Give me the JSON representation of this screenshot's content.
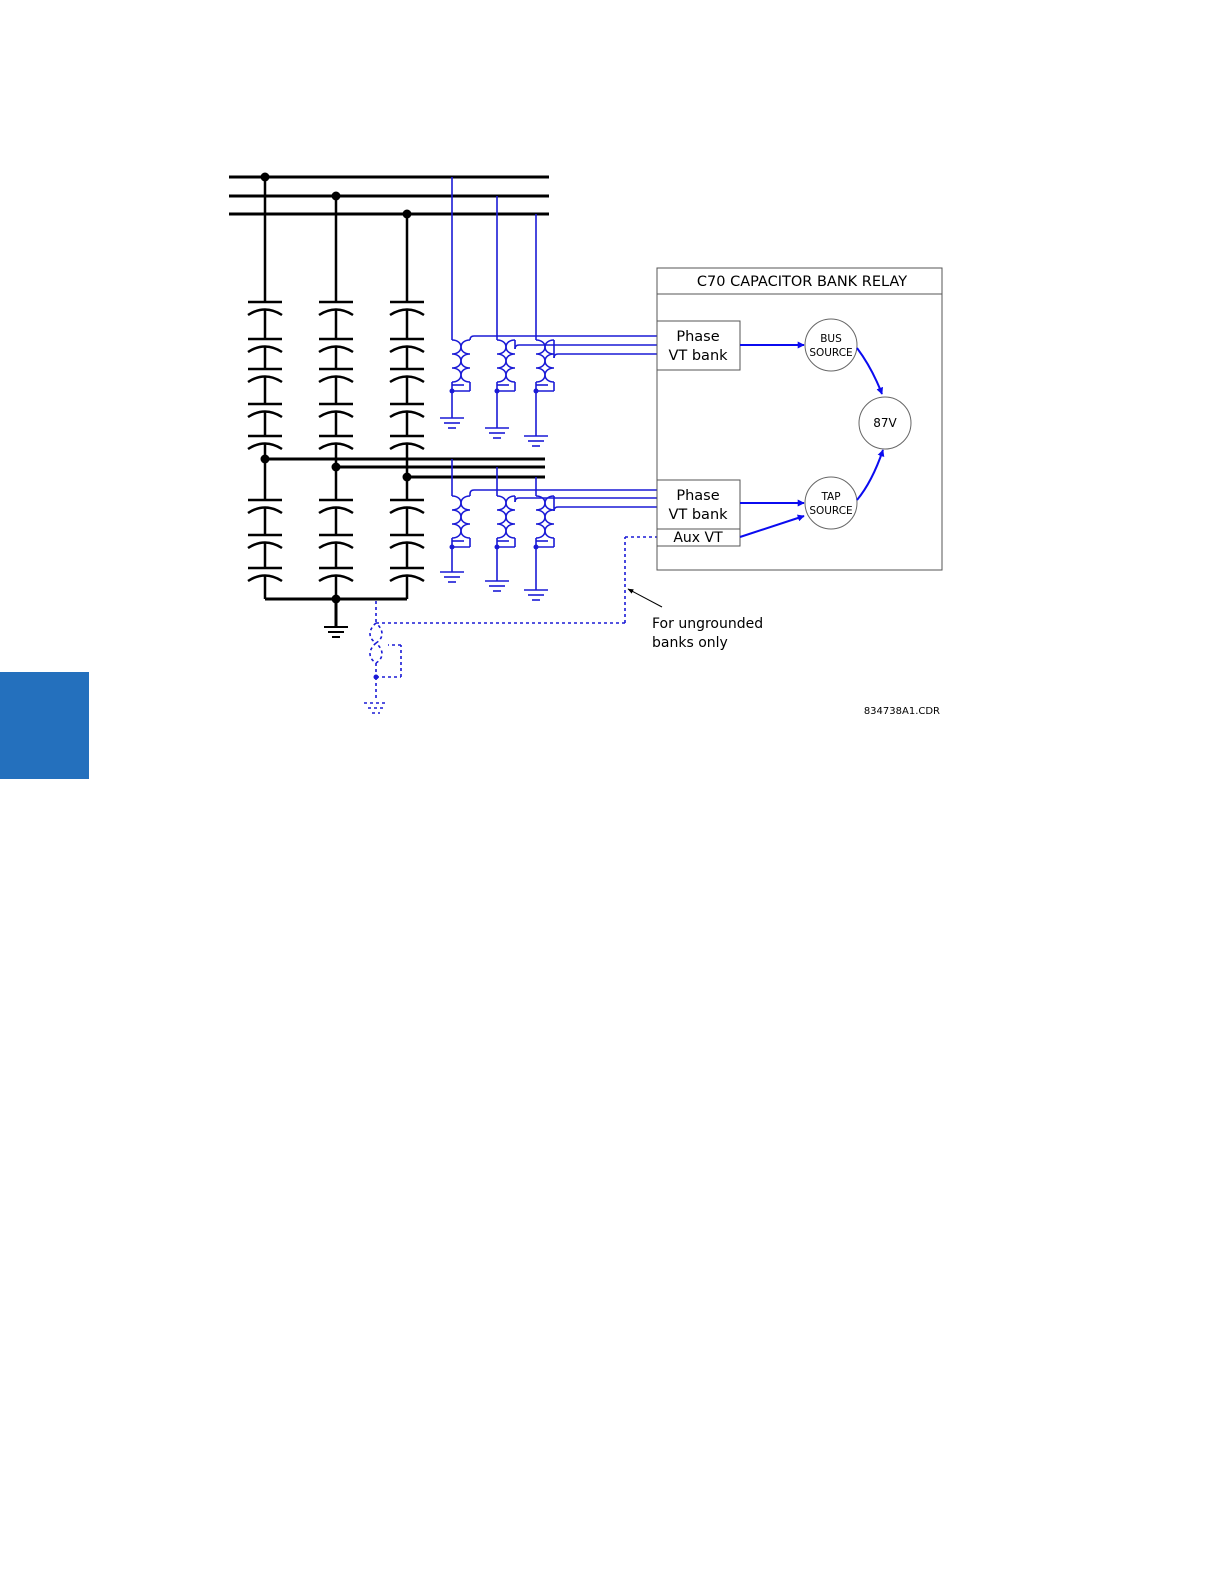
{
  "relay": {
    "title": "C70 CAPACITOR BANK RELAY",
    "upper_input": {
      "line1": "Phase",
      "line2": "VT bank"
    },
    "lower_input": {
      "line1": "Phase",
      "line2": "VT bank"
    },
    "aux_input": "Aux VT",
    "bus_source": {
      "line1": "BUS",
      "line2": "SOURCE"
    },
    "tap_source": {
      "line1": "TAP",
      "line2": "SOURCE"
    },
    "element": "87V"
  },
  "note": {
    "line1": "For ungrounded",
    "line2": "banks only"
  },
  "drawing_id": "834738A1.CDR",
  "colors": {
    "wire_blue": "#1a1ad6",
    "arrow_blue": "#0b0bf0",
    "tab_blue": "#2470bd"
  }
}
